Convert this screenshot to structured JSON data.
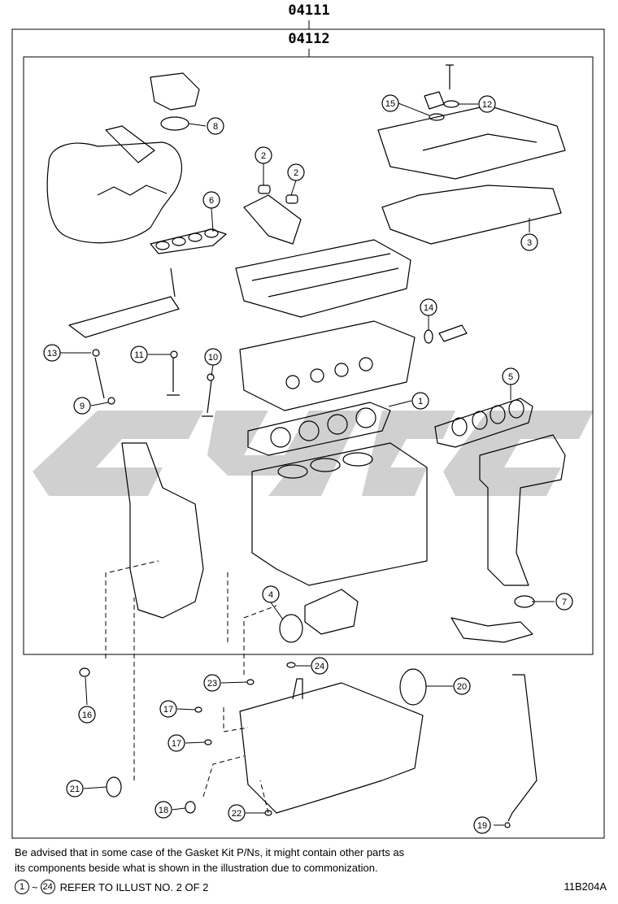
{
  "kits": {
    "outer": "04111",
    "inner": "04112"
  },
  "callouts": [
    {
      "n": "1"
    },
    {
      "n": "2"
    },
    {
      "n": "2"
    },
    {
      "n": "3"
    },
    {
      "n": "4"
    },
    {
      "n": "5"
    },
    {
      "n": "6"
    },
    {
      "n": "7"
    },
    {
      "n": "8"
    },
    {
      "n": "9"
    },
    {
      "n": "10"
    },
    {
      "n": "11"
    },
    {
      "n": "12"
    },
    {
      "n": "13"
    },
    {
      "n": "14"
    },
    {
      "n": "15"
    },
    {
      "n": "16"
    },
    {
      "n": "17"
    },
    {
      "n": "17"
    },
    {
      "n": "18"
    },
    {
      "n": "19"
    },
    {
      "n": "20"
    },
    {
      "n": "21"
    },
    {
      "n": "22"
    },
    {
      "n": "23"
    },
    {
      "n": "24"
    }
  ],
  "notes": {
    "line1": "Be advised that in some case of the Gasket Kit P/Ns,  it might contain other parts as",
    "line2": "its components beside what is shown in the illustration due to commonization.",
    "ref_from": "1",
    "ref_sep": "~",
    "ref_to": "24",
    "ref_text": "REFER TO ILLUST NO. 2 OF 2"
  },
  "diagram_code": "11B204A",
  "colors": {
    "line": "#000000",
    "watermark": "#c8c8c8"
  }
}
